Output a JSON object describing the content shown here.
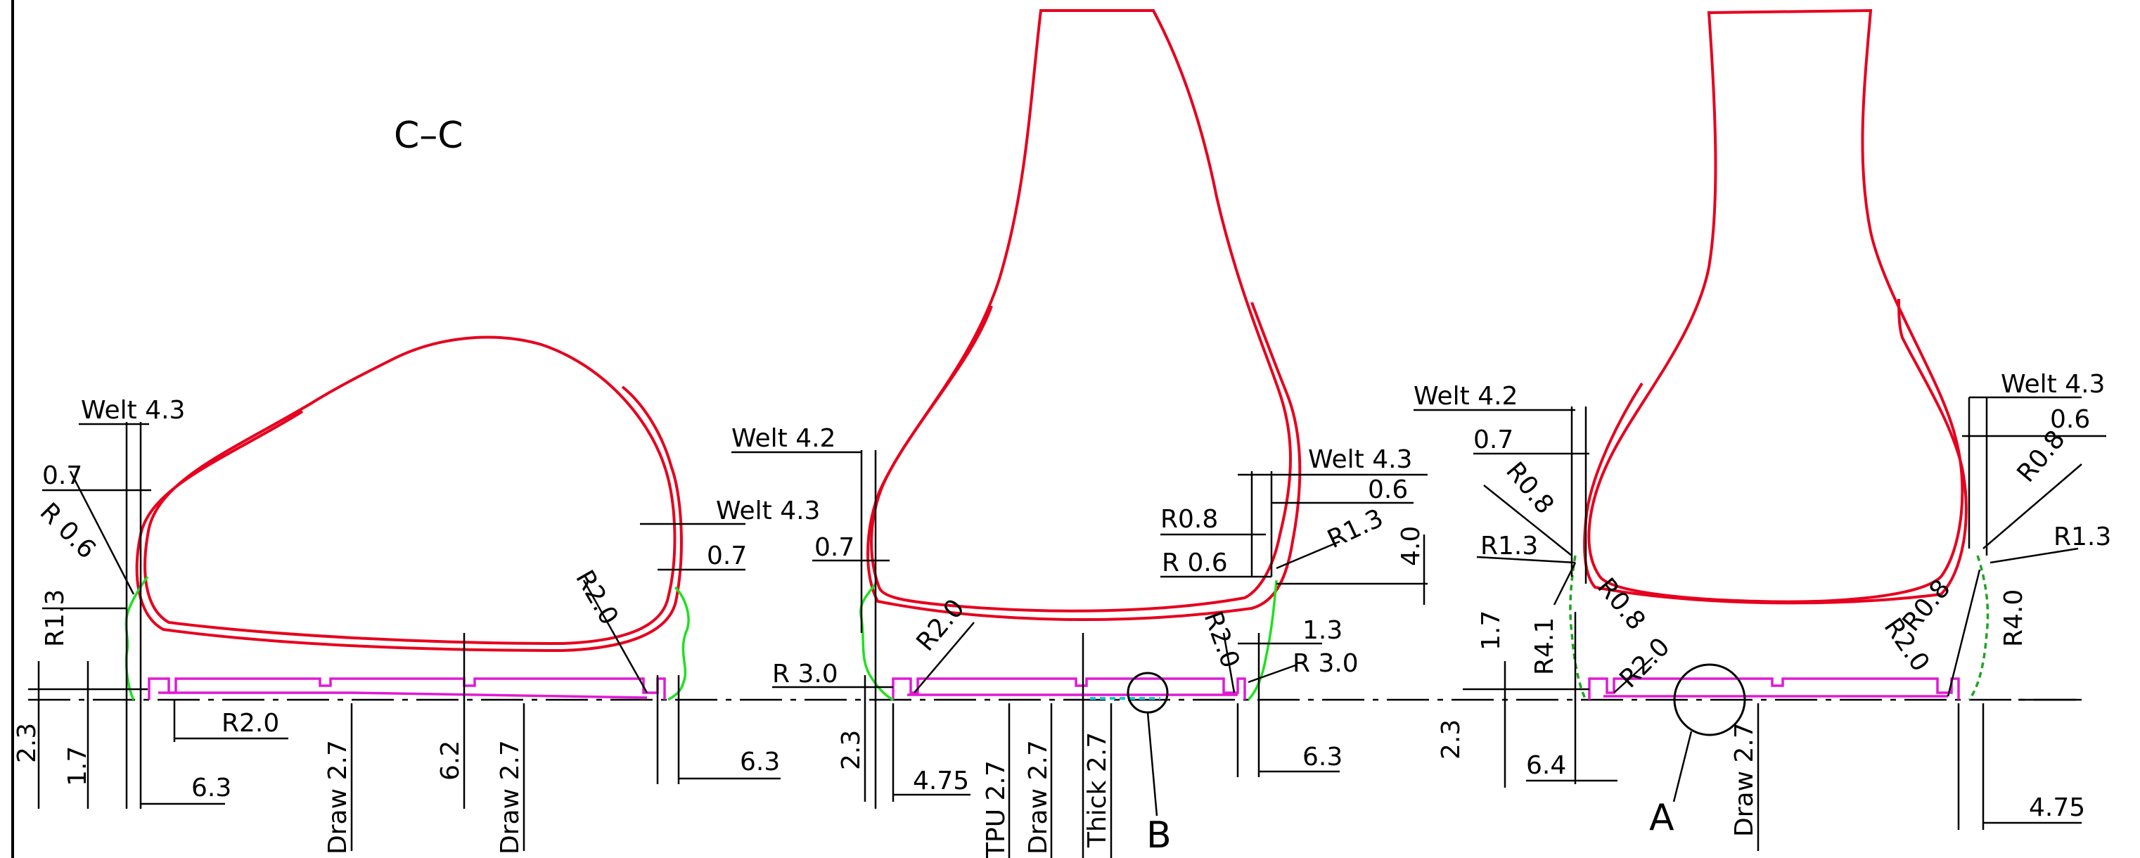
{
  "section_title": "C–C",
  "details": {
    "detail_a": "A",
    "detail_b": "B"
  },
  "colors": {
    "upper_outline": "#e6001e",
    "sole_outline": "#e01ad6",
    "welt_outline": "#1fe01f",
    "lines": "#000000"
  },
  "labels": [
    {
      "key": "welt43_a",
      "text": "Welt 4.3"
    },
    {
      "key": "d07_a",
      "text": "0.7"
    },
    {
      "key": "r06_a",
      "text": "R 0.6"
    },
    {
      "key": "r13_a",
      "text": "R1.3"
    },
    {
      "key": "welt43_b",
      "text": "Welt 4.3"
    },
    {
      "key": "d07_b",
      "text": "0.7"
    },
    {
      "key": "r20_a",
      "text": "R2.0"
    },
    {
      "key": "r20_b",
      "text": "R2.0"
    },
    {
      "key": "d23_a",
      "text": "2.3"
    },
    {
      "key": "d17_a",
      "text": "1.7"
    },
    {
      "key": "d63_a",
      "text": "6.3"
    },
    {
      "key": "draw27_a",
      "text": "Draw 2.7"
    },
    {
      "key": "d62",
      "text": "6.2"
    },
    {
      "key": "draw27_b",
      "text": "Draw 2.7"
    },
    {
      "key": "d63_b",
      "text": "6.3"
    },
    {
      "key": "welt42_a",
      "text": "Welt 4.2"
    },
    {
      "key": "d07_c",
      "text": "0.7"
    },
    {
      "key": "r20_c",
      "text": "R2.0"
    },
    {
      "key": "r30_a",
      "text": "R 3.0"
    },
    {
      "key": "d23_b",
      "text": "2.3"
    },
    {
      "key": "d475_a",
      "text": "4.75"
    },
    {
      "key": "tpu27",
      "text": "TPU 2.7"
    },
    {
      "key": "draw27_c",
      "text": "Draw 2.7"
    },
    {
      "key": "thick27",
      "text": "Thick 2.7"
    },
    {
      "key": "welt43_c",
      "text": "Welt 4.3"
    },
    {
      "key": "d06_a",
      "text": "0.6"
    },
    {
      "key": "r08_a",
      "text": "R0.8"
    },
    {
      "key": "r13_b",
      "text": "R1.3"
    },
    {
      "key": "r06_b",
      "text": "R 0.6"
    },
    {
      "key": "d40_a",
      "text": "4.0"
    },
    {
      "key": "r20_d",
      "text": "R2.0"
    },
    {
      "key": "d13",
      "text": "1.3"
    },
    {
      "key": "r30_b",
      "text": "R 3.0"
    },
    {
      "key": "d63_c",
      "text": "6.3"
    },
    {
      "key": "welt42_b",
      "text": "Welt 4.2"
    },
    {
      "key": "d07_d",
      "text": "0.7"
    },
    {
      "key": "r08_b",
      "text": "R0.8"
    },
    {
      "key": "r13_c",
      "text": "R1.3"
    },
    {
      "key": "r08_c",
      "text": "R0.8"
    },
    {
      "key": "r20_e",
      "text": "R2.0"
    },
    {
      "key": "d17_b",
      "text": "1.7"
    },
    {
      "key": "r41",
      "text": "R4.1"
    },
    {
      "key": "d23_c",
      "text": "2.3"
    },
    {
      "key": "d64",
      "text": "6.4"
    },
    {
      "key": "draw27_d",
      "text": "Draw 2.7"
    },
    {
      "key": "welt43_d",
      "text": "Welt 4.3"
    },
    {
      "key": "d06_b",
      "text": "0.6"
    },
    {
      "key": "r08_d",
      "text": "R0.8"
    },
    {
      "key": "r13_d",
      "text": "R1.3"
    },
    {
      "key": "r08_e",
      "text": "R0.8"
    },
    {
      "key": "r20_f",
      "text": "R2.0"
    },
    {
      "key": "r40",
      "text": "R4.0"
    },
    {
      "key": "d475_b",
      "text": "4.75"
    }
  ]
}
